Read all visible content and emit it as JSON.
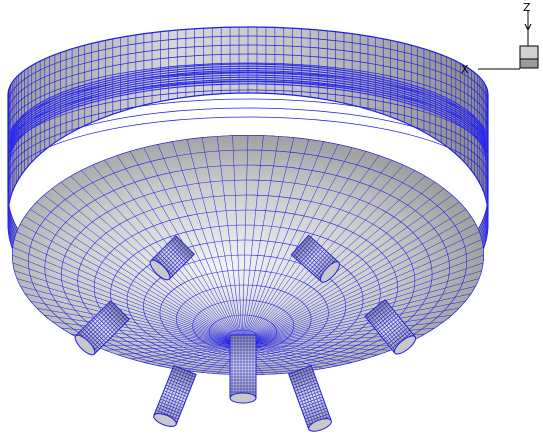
{
  "axes": {
    "x_label": "X",
    "z_label": "Z"
  },
  "colors": {
    "mesh": "#1f1fe6",
    "mesh_dense": "#2a2aee",
    "surface_light": "#e6e6e6",
    "surface_mid": "#b7b7b7",
    "surface_dark": "#8d8d8d",
    "background": "#ffffff"
  },
  "mesh": {
    "outer_wall_segments": 84,
    "outer_wall_rings": 10,
    "dish_radial_lines": 96,
    "dish_rings": 14,
    "nozzle_count": 7
  }
}
